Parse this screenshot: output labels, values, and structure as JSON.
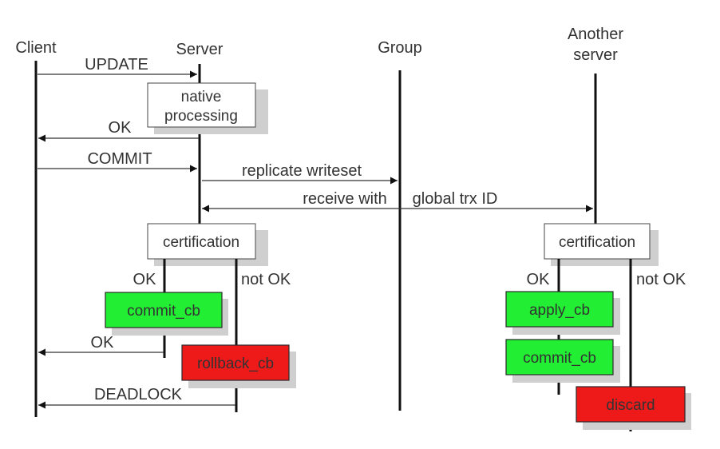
{
  "participants": {
    "client": "Client",
    "server": "Server",
    "group": "Group",
    "another_server_line1": "Another",
    "another_server_line2": "server"
  },
  "messages": {
    "update": "UPDATE",
    "ok_1": "OK",
    "commit": "COMMIT",
    "replicate_writeset": "replicate writeset",
    "receive_with": "receive with",
    "global_trx_id": "global trx ID",
    "ok_2": "OK",
    "deadlock": "DEADLOCK"
  },
  "boxes": {
    "native_line1": "native",
    "native_line2": "processing",
    "certification_server": "certification",
    "certification_other": "certification",
    "commit_cb_server": "commit_cb",
    "rollback_cb": "rollback_cb",
    "apply_cb": "apply_cb",
    "commit_cb_other": "commit_cb",
    "discard": "discard"
  },
  "branches": {
    "server_ok": "OK",
    "server_not_ok": "not OK",
    "other_ok": "OK",
    "other_not_ok": "not OK"
  },
  "colors": {
    "success": "#22ee33",
    "failure": "#ee1a1a"
  }
}
